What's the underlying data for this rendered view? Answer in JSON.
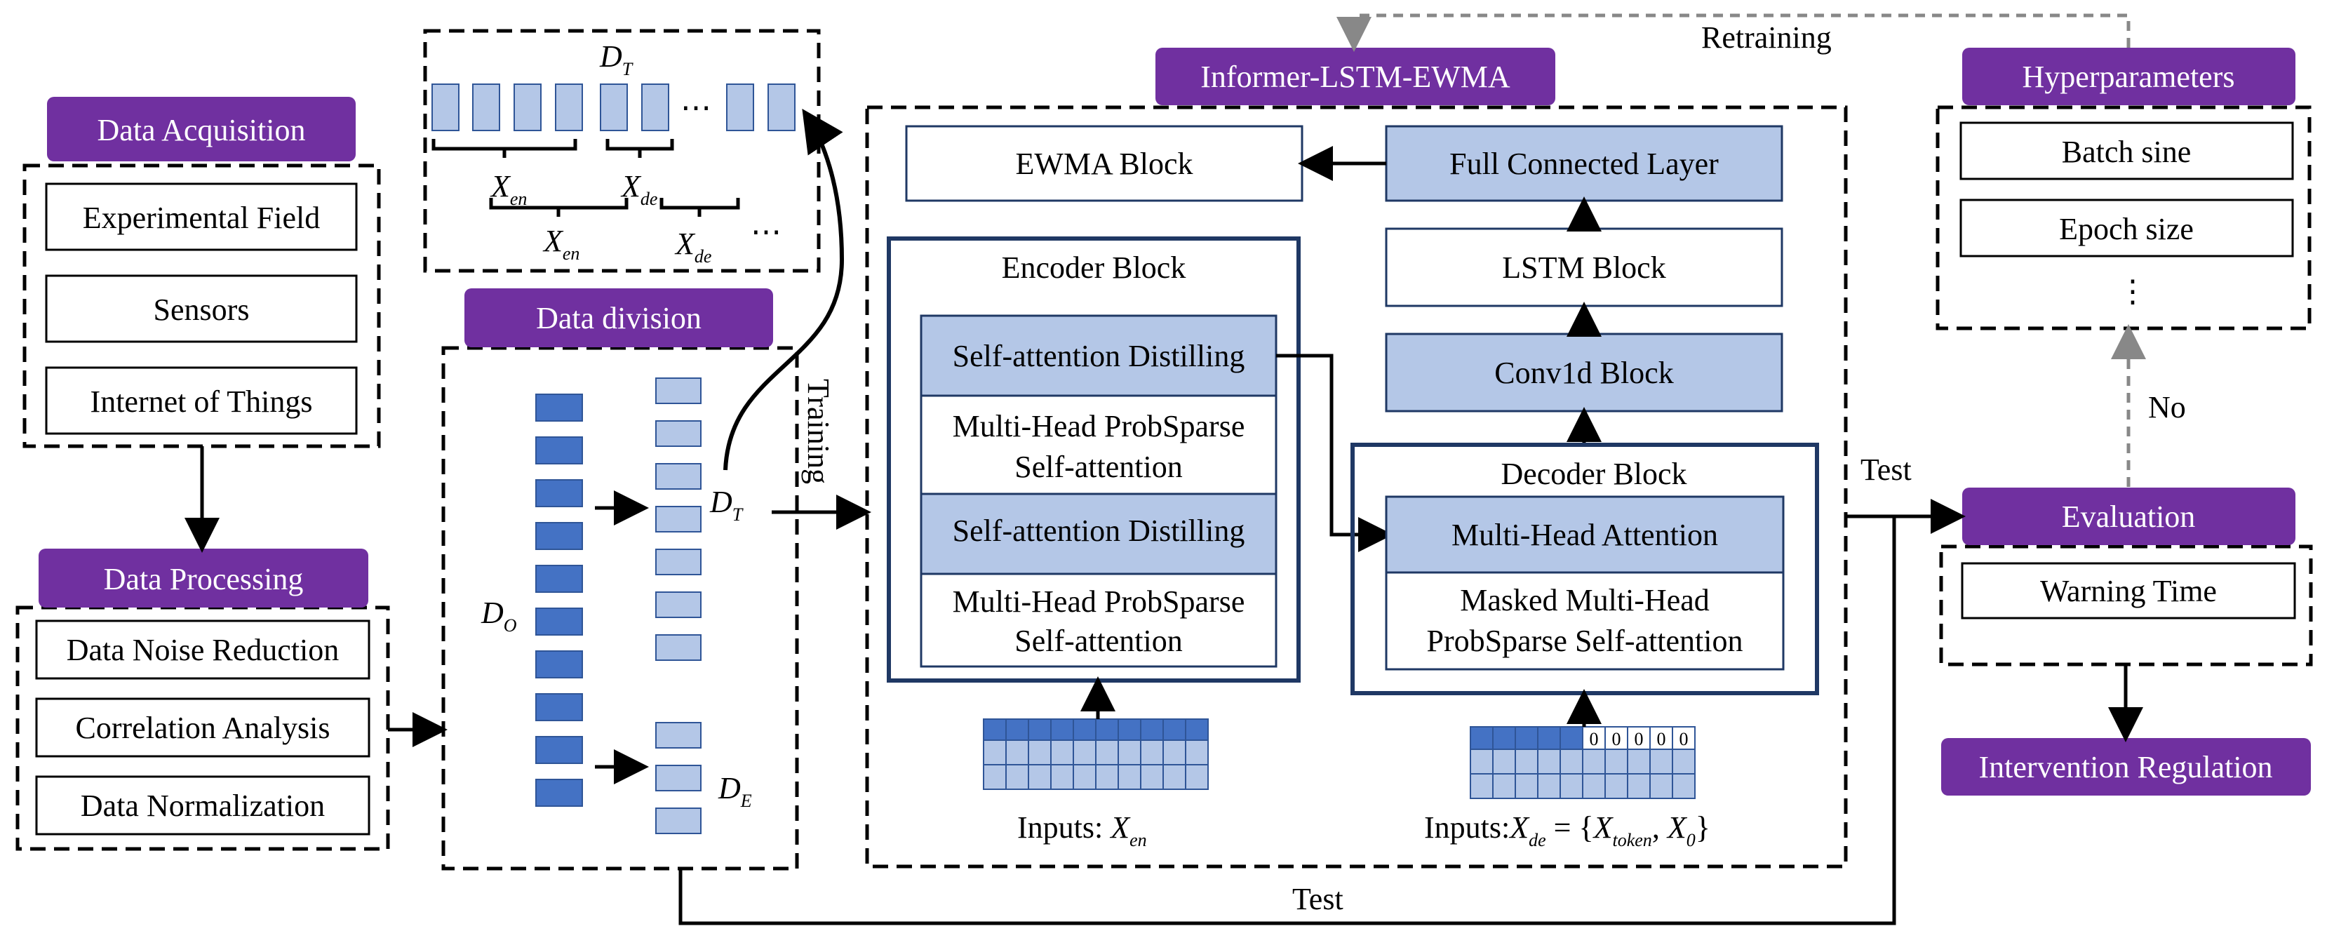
{
  "headers": {
    "data_acquisition": "Data Acquisition",
    "data_processing": "Data Processing",
    "data_division": "Data division",
    "model": "Informer-LSTM-EWMA",
    "hyperparameters": "Hyperparameters",
    "evaluation": "Evaluation",
    "intervention": "Intervention Regulation"
  },
  "acquisition": {
    "items": [
      "Experimental Field",
      "Sensors",
      "Internet of Things"
    ]
  },
  "processing": {
    "items": [
      "Data Noise Reduction",
      "Correlation Analysis",
      "Data Normalization"
    ]
  },
  "model": {
    "ewma": "EWMA Block",
    "fc": "Full Connected Layer",
    "lstm": "LSTM Block",
    "conv1d": "Conv1d Block",
    "encoder": {
      "title": "Encoder Block",
      "layers": {
        "0": "Self-attention Distilling",
        "1a": "Multi-Head ProbSparse",
        "1b": "Self-attention",
        "2": "Self-attention Distilling",
        "3a": "Multi-Head ProbSparse",
        "3b": "Self-attention"
      }
    },
    "decoder": {
      "title": "Decoder Block",
      "layers": {
        "0": "Multi-Head Attention",
        "1a": "Masked Multi-Head",
        "1b": "ProbSparse Self-attention"
      }
    },
    "inputs_label": "Inputs:",
    "decoder_zero": "0"
  },
  "hyperparameters": {
    "items": [
      "Batch sine",
      "Epoch size",
      "⋮"
    ]
  },
  "evaluation": {
    "items": [
      "Warning Time"
    ]
  },
  "labels": {
    "training": "Training",
    "test": "Test",
    "retraining": "Retraining",
    "no": "No"
  },
  "colors": {
    "purple": "#7030a0",
    "light_blue": "#b4c7e7",
    "dark_blue": "#4472c4",
    "navy": "#1f3864"
  }
}
